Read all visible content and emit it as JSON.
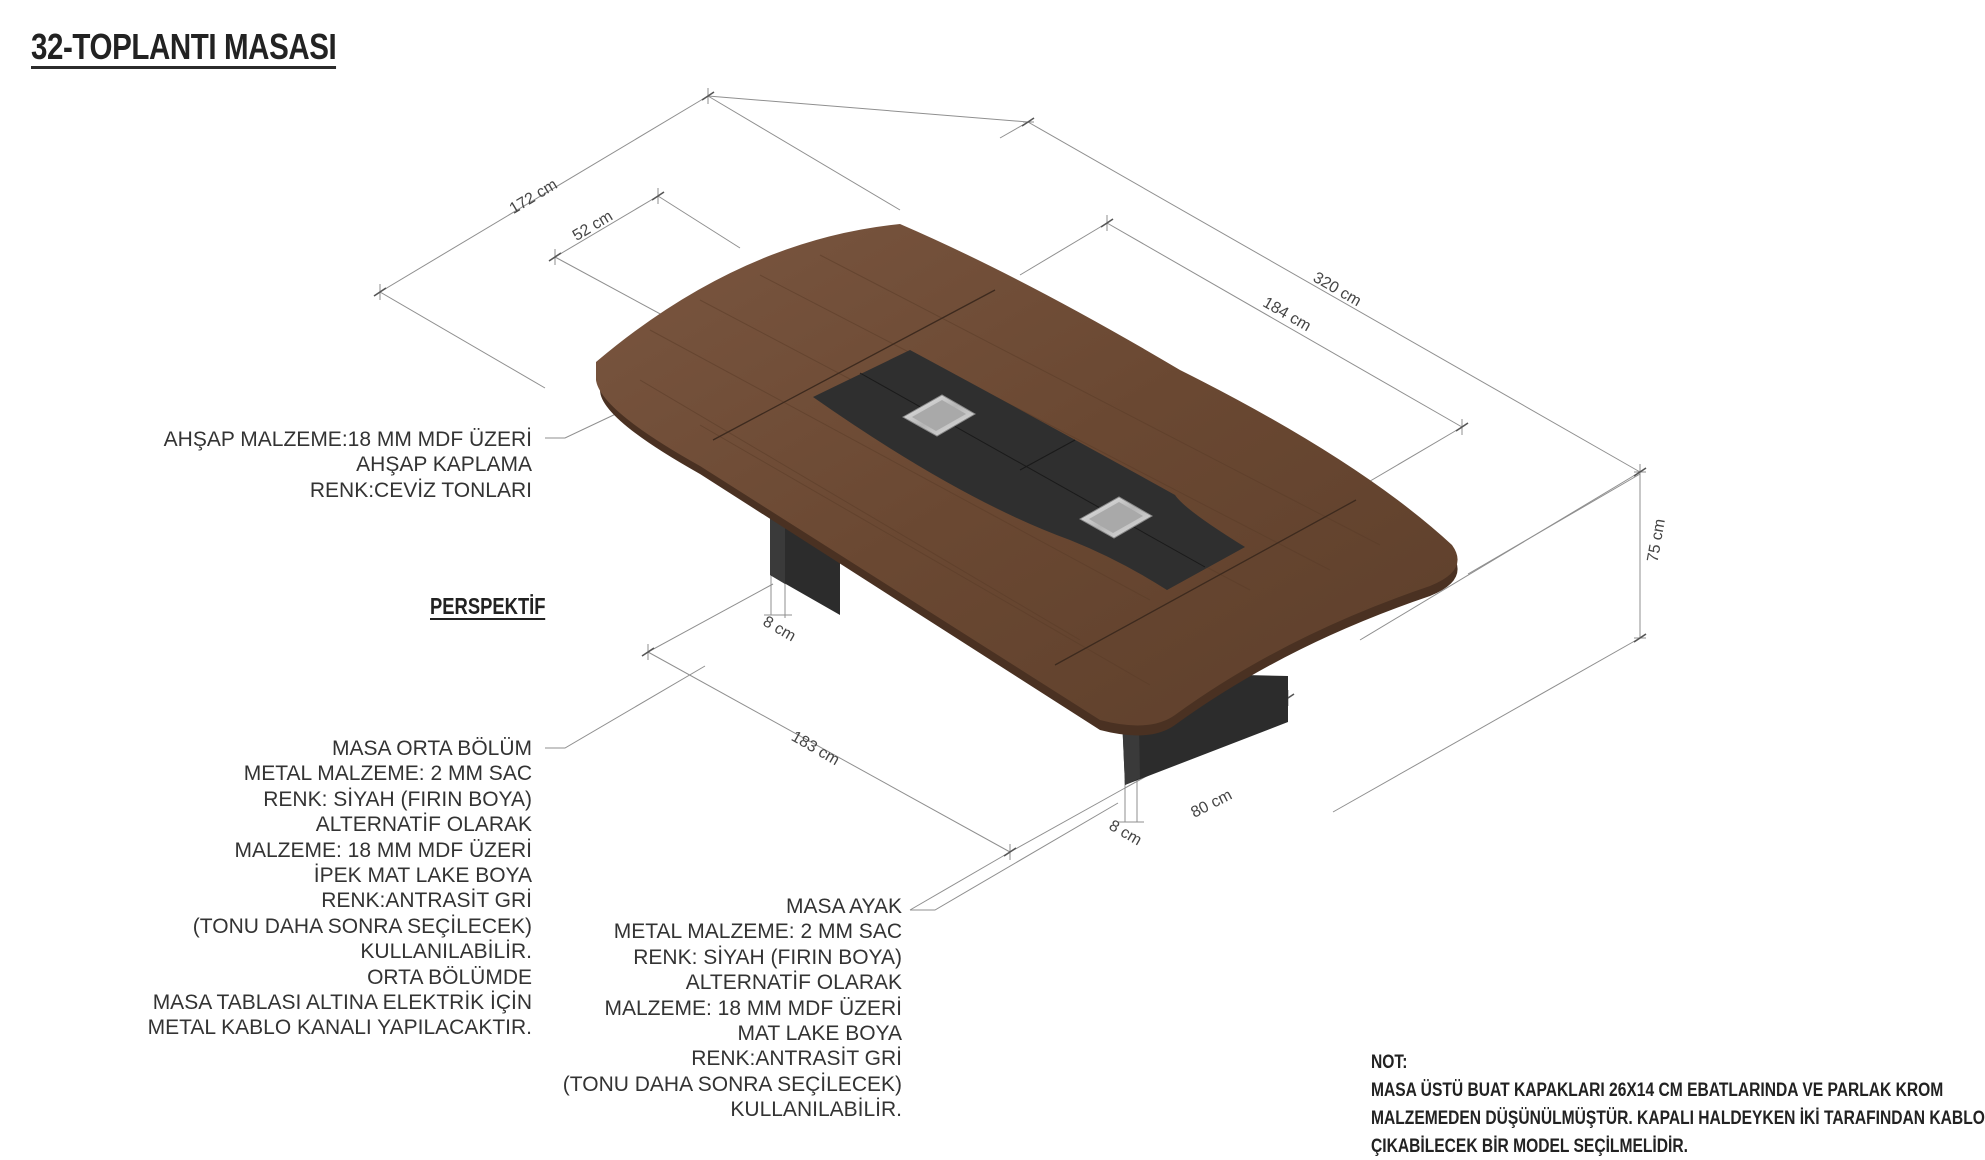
{
  "title": "32-TOPLANTI MASASI",
  "perspective_label": "PERSPEKTİF",
  "dimensions": {
    "d172": "172 cm",
    "d52": "52 cm",
    "d320": "320 cm",
    "d184": "184 cm",
    "d75": "75 cm",
    "d8a": "8 cm",
    "d183": "183 cm",
    "d80": "80 cm",
    "d8b": "8 cm"
  },
  "notes": {
    "wood": [
      "AHŞAP MALZEME:18 MM MDF ÜZERİ",
      "AHŞAP KAPLAMA",
      "RENK:CEVİZ TONLARI"
    ],
    "middle": [
      "MASA ORTA BÖLÜM",
      "METAL MALZEME: 2 MM SAC",
      "RENK: SİYAH (FIRIN BOYA)",
      "ALTERNATİF OLARAK",
      "MALZEME: 18 MM MDF ÜZERİ",
      "İPEK MAT LAKE BOYA",
      "RENK:ANTRASİT GRİ",
      "(TONU DAHA SONRA SEÇİLECEK)",
      "KULLANILABİLİR.",
      "ORTA BÖLÜMDE",
      "MASA TABLASI ALTINA ELEKTRİK İÇİN",
      "METAL KABLO KANALI YAPILACAKTIR."
    ],
    "leg": [
      "MASA AYAK",
      "METAL MALZEME: 2 MM SAC",
      "RENK: SİYAH (FIRIN BOYA)",
      "ALTERNATİF OLARAK",
      "MALZEME: 18 MM MDF ÜZERİ",
      "MAT LAKE BOYA",
      "RENK:ANTRASİT GRİ",
      "(TONU DAHA SONRA SEÇİLECEK)",
      "KULLANILABİLİR."
    ]
  },
  "footnote": {
    "heading": "NOT:",
    "lines": [
      "MASA ÜSTÜ BUAT KAPAKLARI 26X14 CM EBATLARINDA VE PARLAK KROM",
      "MALZEMEDEN DÜŞÜNÜLMÜŞTÜR. KAPALI HALDEYKEN İKİ TARAFINDAN KABLO",
      "ÇIKABİLECEK BİR MODEL SEÇİLMELİDİR."
    ]
  },
  "colors": {
    "wood": "#6e4c35",
    "wood_edge": "#4a3122",
    "metal": "#2c2c2c",
    "chrome": "#c9c9c9",
    "dim_line": "#8a8a8a",
    "text": "#2b2b2b"
  }
}
